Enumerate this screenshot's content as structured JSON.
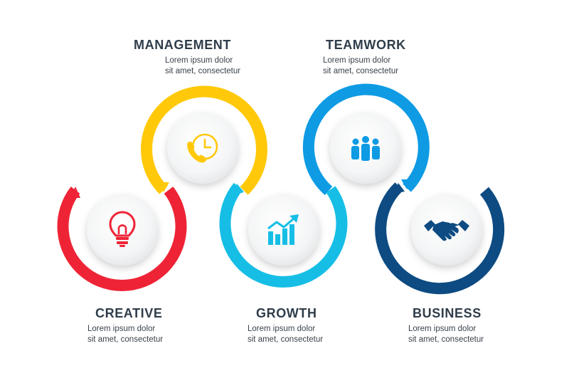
{
  "steps": [
    {
      "key": "management",
      "title": "MANAGEMENT",
      "line1": "Lorem ipsum dolor",
      "line2": "sit amet, consectetur",
      "color": "#FFC90A",
      "icon": "phone-clock-icon"
    },
    {
      "key": "teamwork",
      "title": "TEAMWORK",
      "line1": "Lorem ipsum dolor",
      "line2": "sit amet, consectetur",
      "color": "#0E9BE4",
      "icon": "team-icon"
    },
    {
      "key": "creative",
      "title": "CREATIVE",
      "line1": "Lorem ipsum dolor",
      "line2": "sit amet, consectetur",
      "color": "#EE2436",
      "icon": "light-bulb-icon"
    },
    {
      "key": "growth",
      "title": "GROWTH",
      "line1": "Lorem ipsum dolor",
      "line2": "sit amet, consectetur",
      "color": "#16BEE6",
      "icon": "growth-chart-icon"
    },
    {
      "key": "business",
      "title": "BUSINESS",
      "line1": "Lorem ipsum dolor",
      "line2": "sit amet, consectetur",
      "color": "#0D4B82",
      "icon": "handshake-icon"
    }
  ]
}
